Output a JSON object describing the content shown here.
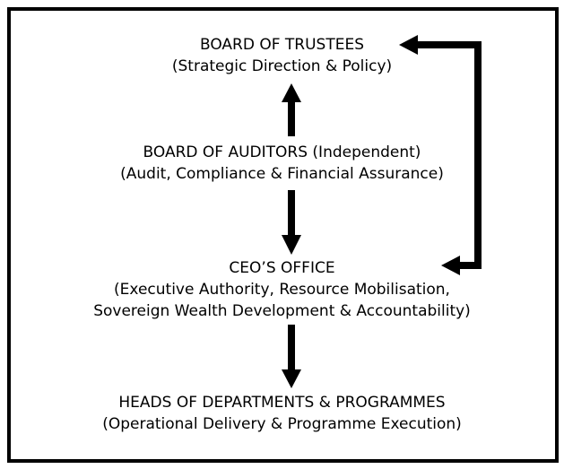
{
  "boxes": [
    {
      "id": "trustees",
      "lines": [
        "BOARD OF TRUSTEES",
        "(Strategic Direction & Policy)"
      ]
    },
    {
      "id": "auditors",
      "lines": [
        "BOARD OF AUDITORS (Independent)",
        "(Audit, Compliance & Financial Assurance)"
      ]
    },
    {
      "id": "ceo",
      "lines": [
        "CEO’S OFFICE",
        "(Executive Authority, Resource Mobilisation,",
        "Sovereign Wealth Development & Accountability)"
      ]
    },
    {
      "id": "heads",
      "lines": [
        "HEADS OF DEPARTMENTS & PROGRAMMES",
        "(Operational Delivery & Programme Execution)"
      ]
    }
  ],
  "arrows": [
    {
      "from": "auditors",
      "to": "trustees"
    },
    {
      "from": "auditors",
      "to": "ceo"
    },
    {
      "from": "ceo",
      "to": "heads"
    },
    {
      "from": "ceo",
      "to": "trustees",
      "bidirectional": true
    }
  ]
}
